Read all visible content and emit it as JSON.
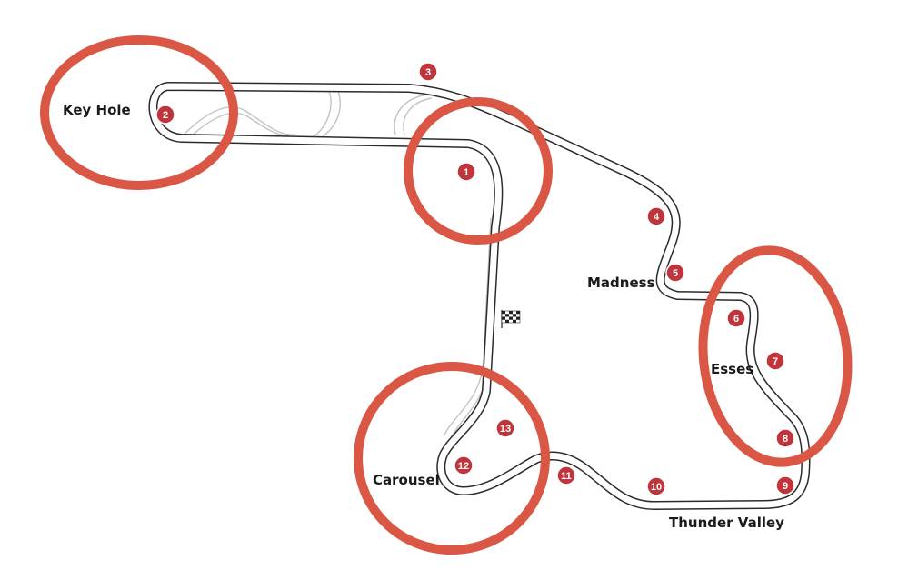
{
  "colors": {
    "track_outline": "#2b2b2b",
    "track_fill": "#ffffff",
    "runoff": "#bdbdbd",
    "turn_marker": "#c0343b",
    "highlight_ring": "#d95744",
    "label": "#1a1a1a"
  },
  "turns": [
    "1",
    "2",
    "3",
    "4",
    "5",
    "6",
    "7",
    "8",
    "9",
    "10",
    "11",
    "12",
    "13"
  ],
  "sections": {
    "key_hole": "Key Hole",
    "madness": "Madness",
    "esses": "Esses",
    "carousel": "Carousel",
    "thunder_valley": "Thunder Valley"
  },
  "icons": {
    "start_finish": "checkered-flag-icon"
  }
}
